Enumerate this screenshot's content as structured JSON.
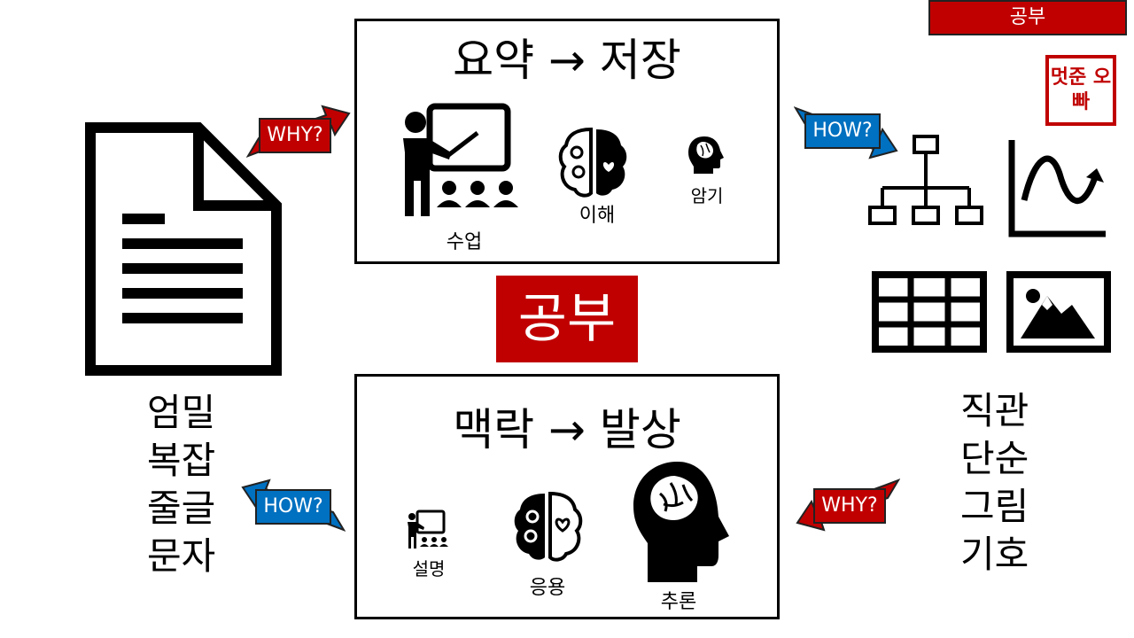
{
  "corner_tag": "공부",
  "stamp": "멋준 오빠",
  "center_badge": "공부",
  "top_box": {
    "title": "요약 → 저장",
    "captions": {
      "lecture": "수업",
      "understand": "이해",
      "memorize": "암기"
    }
  },
  "bottom_box": {
    "title": "맥락 → 발상",
    "captions": {
      "explain": "설명",
      "apply": "응용",
      "reason": "추론"
    }
  },
  "left_words": [
    "엄밀",
    "복잡",
    "줄글",
    "문자"
  ],
  "right_words": [
    "직관",
    "단순",
    "그림",
    "기호"
  ],
  "arrows": {
    "top_left": "WHY?",
    "top_right": "HOW?",
    "bottom_left": "HOW?",
    "bottom_right": "WHY?"
  },
  "colors": {
    "red": "#c00000",
    "blue": "#0070c0",
    "black": "#000000"
  }
}
